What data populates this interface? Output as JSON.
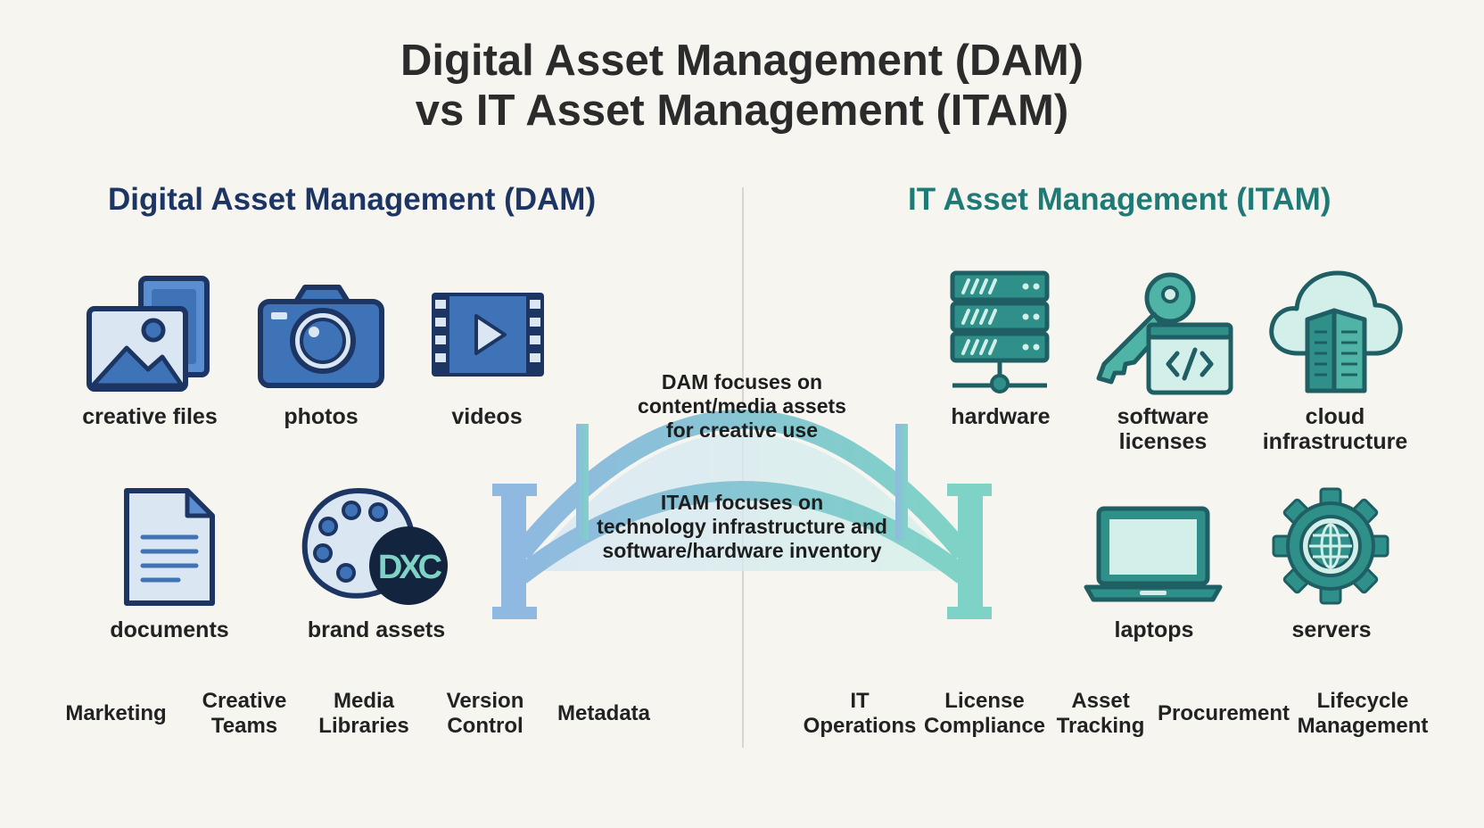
{
  "title": {
    "line1": "Digital Asset Management (DAM)",
    "line2": "vs IT Asset Management (ITAM)"
  },
  "dam": {
    "heading": "Digital Asset Management (DAM)",
    "items": {
      "creative_files": "creative files",
      "photos": "photos",
      "videos": "videos",
      "documents": "documents",
      "brand_assets": "brand assets",
      "brand_logo_text": "DXC"
    },
    "categories": [
      "Marketing",
      "Creative\nTeams",
      "Media\nLibraries",
      "Version\nControl",
      "Metadata"
    ]
  },
  "itam": {
    "heading": "IT Asset Management (ITAM)",
    "items": {
      "hardware": "hardware",
      "software_licenses": "software\nlicenses",
      "cloud_infrastructure": "cloud\ninfrastructure",
      "laptops": "laptops",
      "servers": "servers"
    },
    "categories": [
      "IT\nOperations",
      "License\nCompliance",
      "Asset\nTracking",
      "Procurement",
      "Lifecycle\nManagement"
    ]
  },
  "bridge": {
    "dam_text": "DAM focuses on\ncontent/media assets\nfor creative use",
    "itam_text": "ITAM focuses on\ntechnology infrastructure and\nsoftware/hardware inventory"
  },
  "colors": {
    "dam_primary": "#3f73b8",
    "dam_dark": "#1d3563",
    "itam_primary": "#2f8f89",
    "itam_dark": "#1f5f63",
    "bridge_left": "#8fb9e0",
    "bridge_right": "#7fd3c6"
  }
}
